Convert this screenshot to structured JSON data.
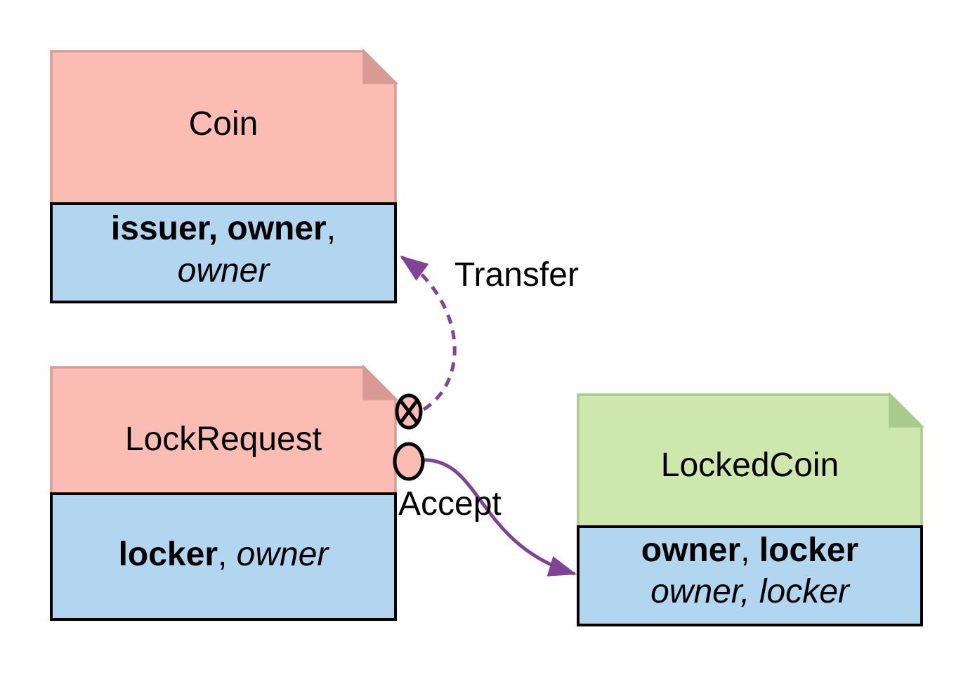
{
  "colors": {
    "background": "#ffffff",
    "pink": "#FBBCB4",
    "pink_dark": "#D79B94",
    "blue": "#B3D6F0",
    "green": "#CDE7AD",
    "green_dark": "#A8CB8D",
    "purple": "#7F4496",
    "outline": "#000000"
  },
  "nodes": {
    "coin": {
      "title": "Coin",
      "signatories": "issuer, owner",
      "signatories_suffix": ",",
      "observers": "owner"
    },
    "lock_request": {
      "title": "LockRequest",
      "signatories": "locker",
      "separator": ", ",
      "observers": "owner"
    },
    "locked_coin": {
      "title": "LockedCoin",
      "signatory_1": "owner",
      "separator": ", ",
      "signatory_2": "locker",
      "observers": "owner, locker"
    }
  },
  "edges": {
    "transfer": {
      "label": "Transfer",
      "style": "dashed"
    },
    "accept": {
      "label": "Accept",
      "style": "solid"
    }
  }
}
